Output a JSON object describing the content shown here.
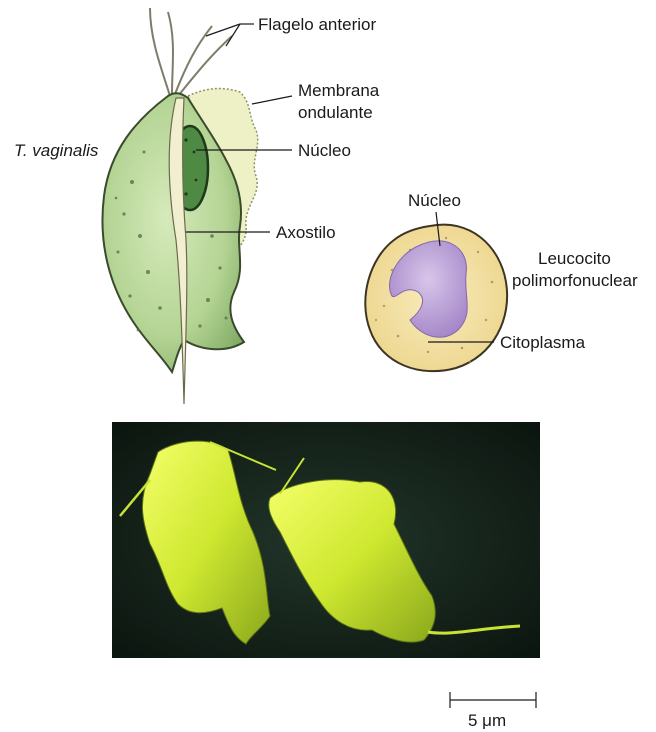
{
  "labels": {
    "flagelo": "Flagelo anterior",
    "membrana_1": "Membrana",
    "membrana_2": "ondulante",
    "species": "T. vaginalis",
    "nucleo_left": "Núcleo",
    "axostilo": "Axostilo",
    "nucleo_right": "Núcleo",
    "leucocito_1": "Leucocito",
    "leucocito_2": "polimorfonuclear",
    "citoplasma": "Citoplasma",
    "scale_bar": "5 μm"
  },
  "colors": {
    "trichomonas_body": "#b9d79a",
    "trichomonas_dark": "#6f9a55",
    "axostyle": "#f2eed0",
    "membrane": "#eef0c6",
    "leukocyte_cytoplasm": "#f3e2a3",
    "leukocyte_nucleus": "#b79bd2",
    "micrograph_bg": "#0f1a14",
    "micrograph_cells": "#d7ef3a"
  }
}
